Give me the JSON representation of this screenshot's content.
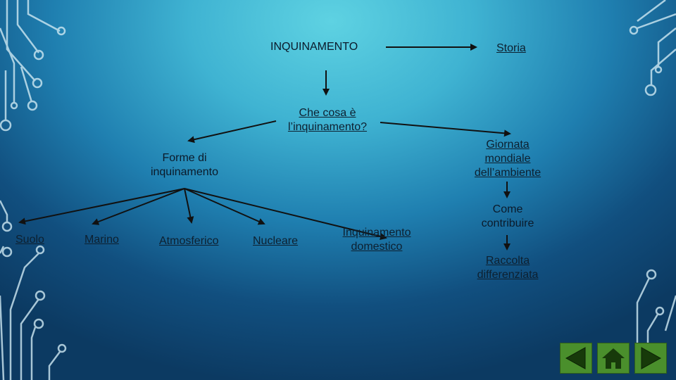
{
  "nodes": {
    "root": "INQUINAMENTO",
    "storia": "Storia",
    "che_cosa_line1": "Che cosa è",
    "che_cosa_line2": "l’inquinamento?",
    "forme_line1": "Forme di",
    "forme_line2": "inquinamento",
    "giornata_line1": "Giornata",
    "giornata_line2": "mondiale",
    "giornata_line3": "dell’ambiente",
    "come_line1": "Come",
    "come_line2": "contribuire",
    "raccolta_line1": "Raccolta",
    "raccolta_line2": "differenziata"
  },
  "forme": {
    "suolo": "Suolo",
    "marino": "Marino",
    "atmosferico": "Atmosferico",
    "nucleare": "Nucleare",
    "domestico_line1": "Inquinamento",
    "domestico_line2": "domestico"
  },
  "navigation": {
    "buttons": [
      "previous",
      "home",
      "next"
    ],
    "color": "#4a8f2c"
  },
  "colors": {
    "accent": "#5ed2e2",
    "circuit": "#d8eef6"
  }
}
